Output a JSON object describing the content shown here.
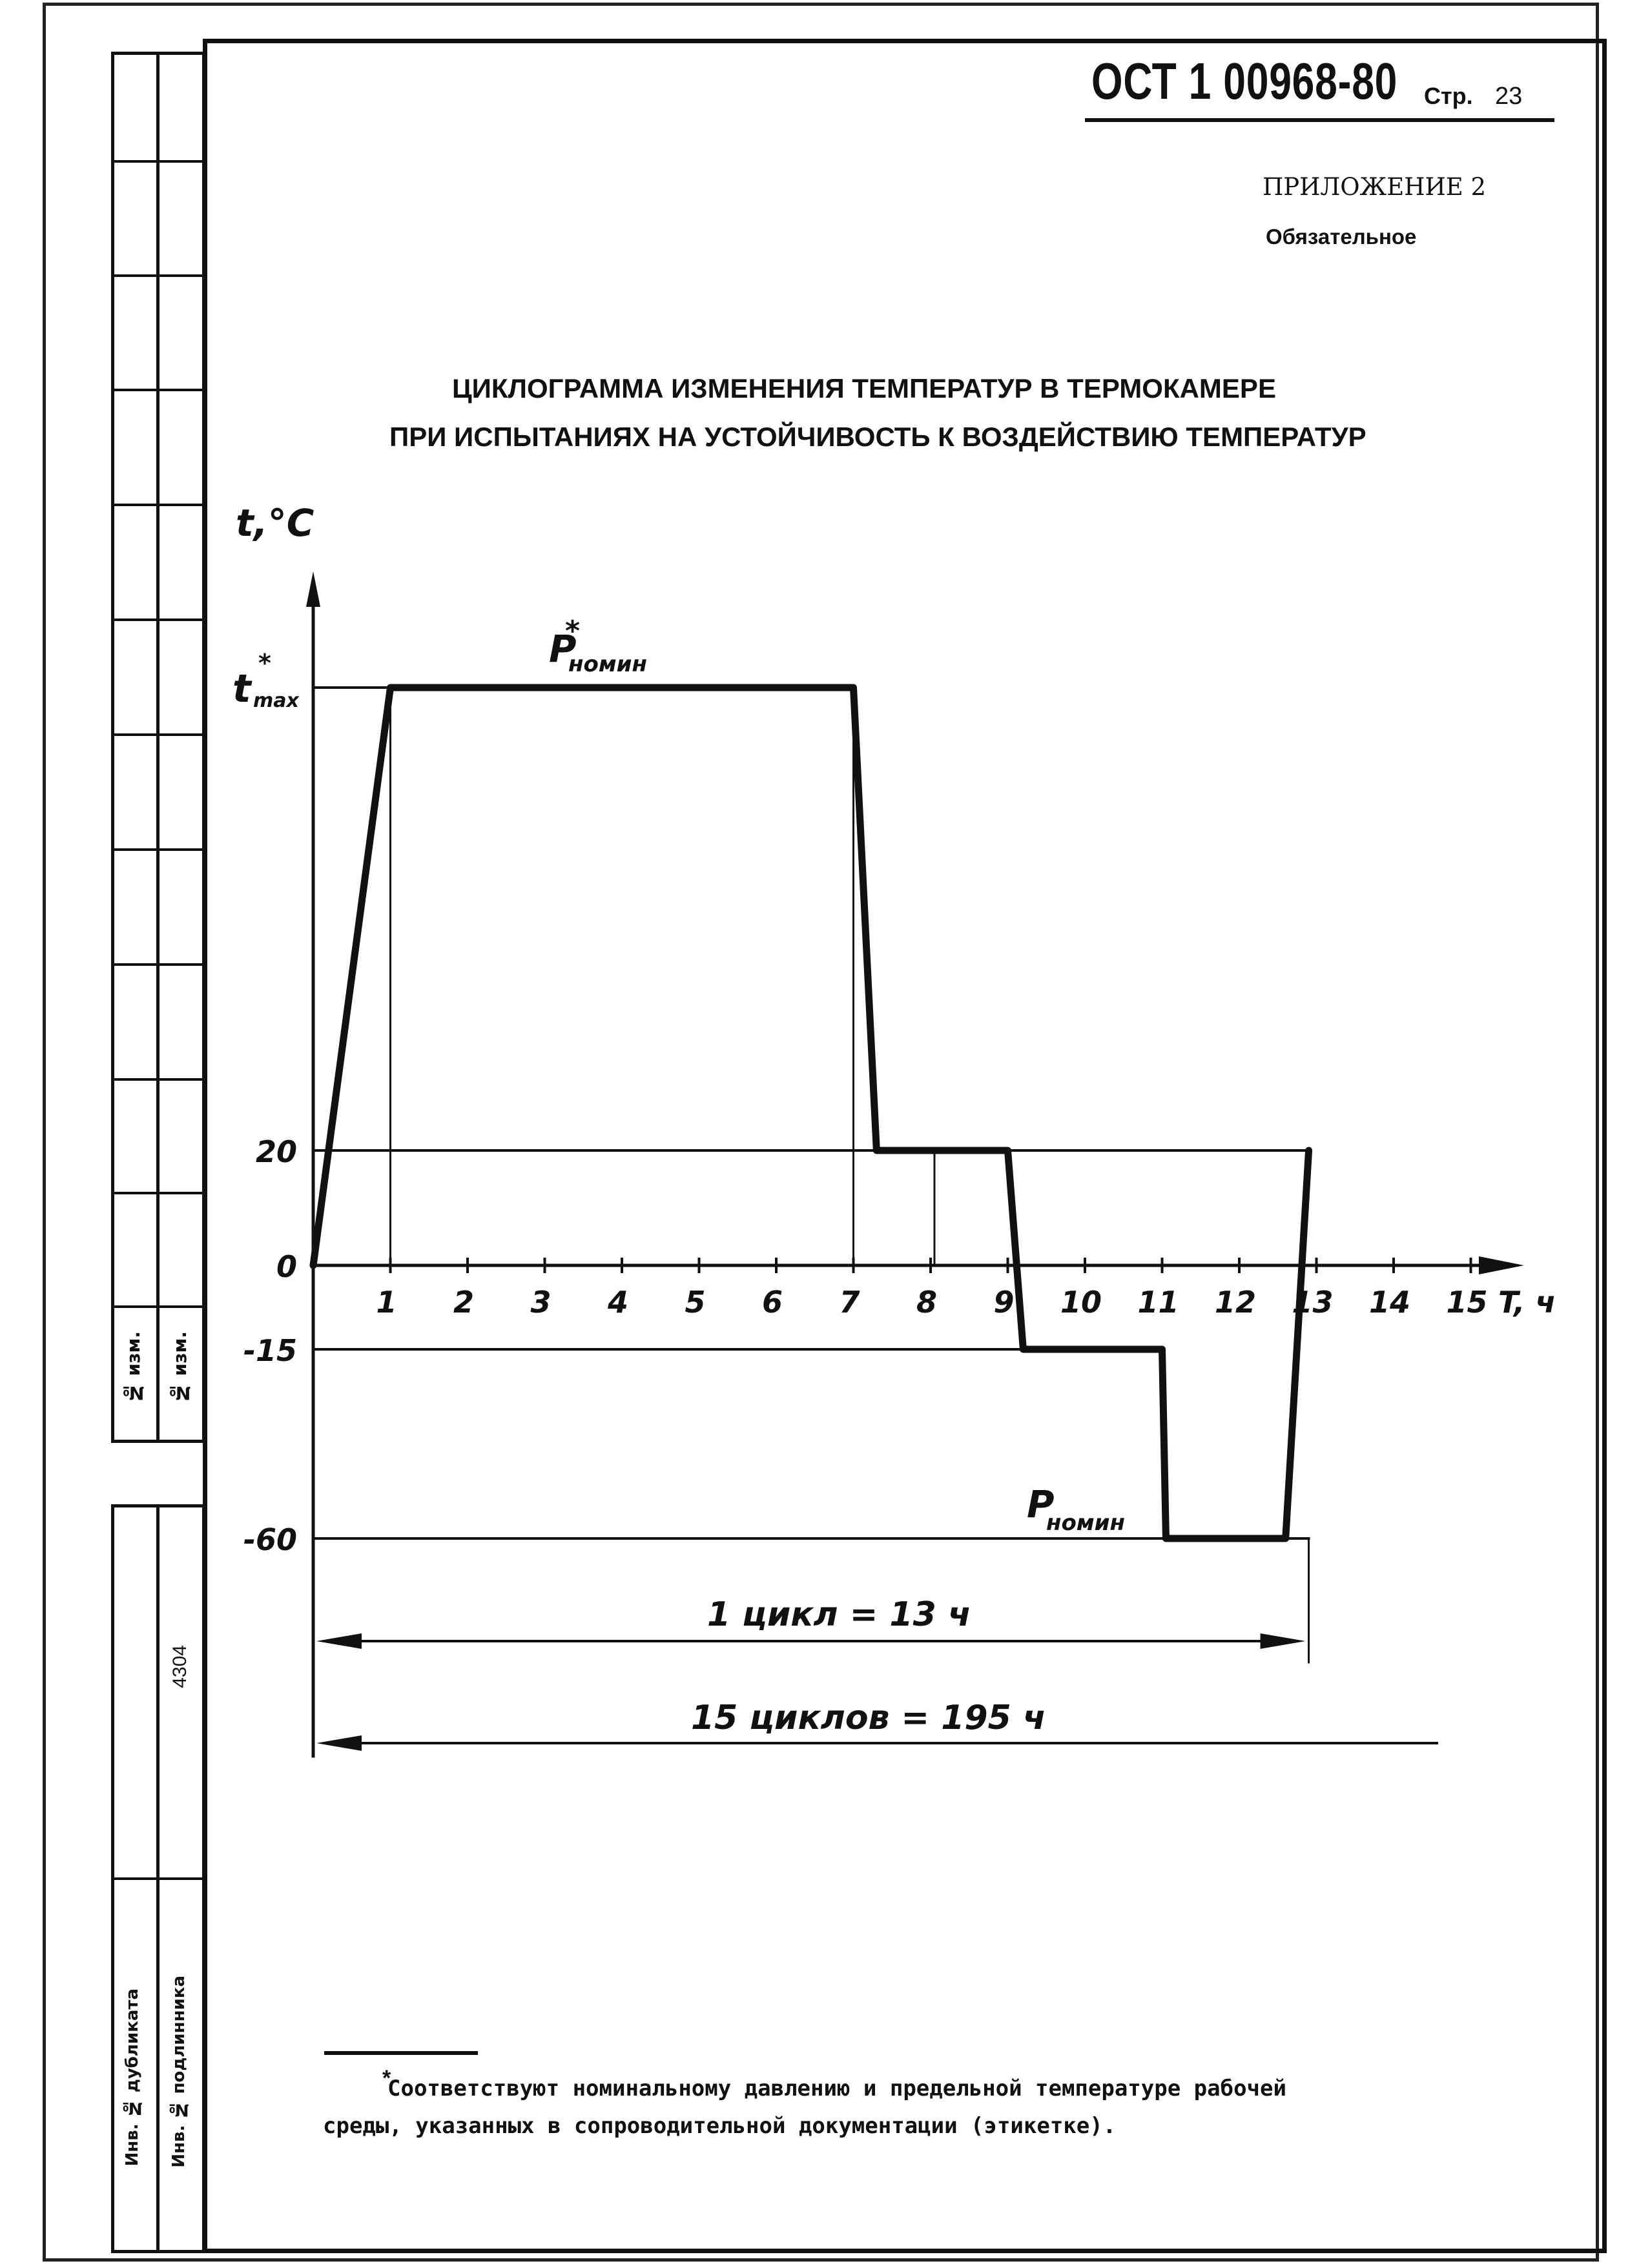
{
  "header": {
    "standard_code": "ОСТ 1 00968-80",
    "page_label": "Стр.",
    "page_number": "23"
  },
  "appendix": {
    "label": "ПРИЛОЖЕНИЕ 2",
    "status": "Обязательное"
  },
  "title": {
    "line1": "ЦИКЛОГРАММА ИЗМЕНЕНИЯ ТЕМПЕРАТУР В ТЕРМОКАМЕРЕ",
    "line2": "ПРИ ИСПЫТАНИЯХ НА УСТОЙЧИВОСТЬ К ВОЗДЕЙСТВИЮ ТЕМПЕРАТУР"
  },
  "margin": {
    "label_inv_no_1": "№ изм.",
    "label_inv_no_2": "№ изм.",
    "registry_number": "4304",
    "label_duplicate": "Инв. № дубликата",
    "label_original": "Инв. № подлинника"
  },
  "chart_data": {
    "type": "line",
    "ylabel": "t,°C",
    "xlabel": "T, ч",
    "x_ticks": [
      "1",
      "2",
      "3",
      "4",
      "5",
      "6",
      "7",
      "8",
      "9",
      "10",
      "11",
      "12",
      "13",
      "14",
      "15"
    ],
    "y_ticks": [
      {
        "value": "tmax",
        "label_main": "t",
        "label_sup": "*",
        "label_sub": "max"
      },
      {
        "value": 20,
        "label": "20"
      },
      {
        "value": 0,
        "label": "0"
      },
      {
        "value": -15,
        "label": "-15"
      },
      {
        "value": -60,
        "label": "-60"
      }
    ],
    "series": [
      {
        "points": [
          {
            "x": 0,
            "y": "0"
          },
          {
            "x": 1,
            "y": "tmax"
          },
          {
            "x": 7,
            "y": "tmax"
          },
          {
            "x": 7.3,
            "y": "20"
          },
          {
            "x": 9,
            "y": "20"
          },
          {
            "x": 9.2,
            "y": "-15"
          },
          {
            "x": 11,
            "y": "-15"
          },
          {
            "x": 11.05,
            "y": "-60"
          },
          {
            "x": 12.6,
            "y": "-60"
          },
          {
            "x": 12.9,
            "y": "20"
          }
        ]
      }
    ],
    "annotations": {
      "upper_label_main": "P",
      "upper_label_sub": "номин",
      "upper_label_star": "*",
      "lower_label_main": "P",
      "lower_label_sub": "номин",
      "cycle_label": "1 цикл = 13 ч",
      "total_label": "15 циклов = 195 ч"
    }
  },
  "footnote": {
    "star": "*",
    "line1": "Соответствуют номинальному давлению и предельной температуре рабочей",
    "line2": "среды, указанных в сопроводительной документации (этикетке)."
  }
}
